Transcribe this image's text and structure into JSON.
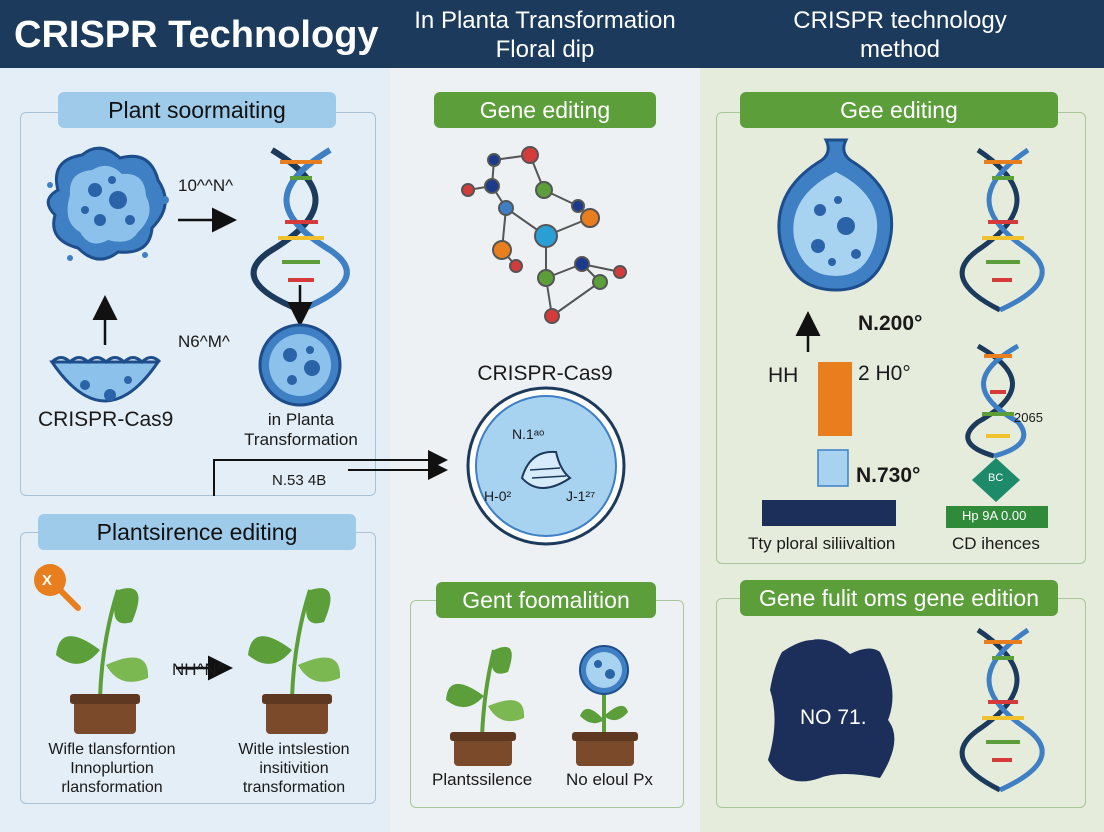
{
  "header": {
    "title": "CRISPR Technology",
    "subtitle_center_line1": "In Planta Transformation",
    "subtitle_center_line2": "Floral dip",
    "subtitle_right_line1": "CRISPR technology",
    "subtitle_right_line2": "method"
  },
  "left": {
    "top_panel": {
      "title": "Plant soormaiting",
      "label_arrow_top": "10^^N^",
      "label_arrow_mid": "N6^M^",
      "label_cell": "CRISPR-Cas9",
      "label_transform_line1": "in Planta",
      "label_transform_line2": "Transformation",
      "label_bottom": "N.53 4B"
    },
    "bottom_panel": {
      "title": "Plantsirence editing",
      "badge": "X",
      "label_arrow": "NH^N^",
      "plant1_line1": "Wifle tlansforntion",
      "plant1_line2": "Innoplurtion",
      "plant1_line3": "rlansformation",
      "plant2_line1": "Witle intslestion",
      "plant2_line2": "insitivition",
      "plant2_line3": "transformation"
    }
  },
  "center": {
    "top_title": "Gene editing",
    "molecule_label": "CRISPR-Cas9",
    "circle_label_top": "N.1ᵃᵒ",
    "circle_label_left": "H-0²",
    "circle_label_right": "J-1²⁷",
    "bottom_panel": {
      "title": "Gent foomalition",
      "label_left": "Plantssilence",
      "label_right": "No eloul Px"
    }
  },
  "right": {
    "top_panel": {
      "title": "Gee editing",
      "label_n200": "N.200°",
      "label_hh": "HH",
      "label_2h0": "2  H0°",
      "label_2065": "2065",
      "label_n730": "N.730°",
      "label_bc": "BC",
      "label_hp": "Hp 9A 0.00",
      "label_floral": "Tty ploral siliivaltion",
      "label_cd": "CD ihences"
    },
    "bottom_panel": {
      "title": "Gene fulit oms gene edition",
      "badge_label": "NO 71."
    }
  },
  "colors": {
    "header_bg": "#1b3a5c",
    "pill_blue": "#9fcbea",
    "pill_green": "#5c9e3a",
    "cell_blue": "#3f7fc4",
    "orange": "#e87e1e",
    "navy": "#1b2f5a"
  }
}
